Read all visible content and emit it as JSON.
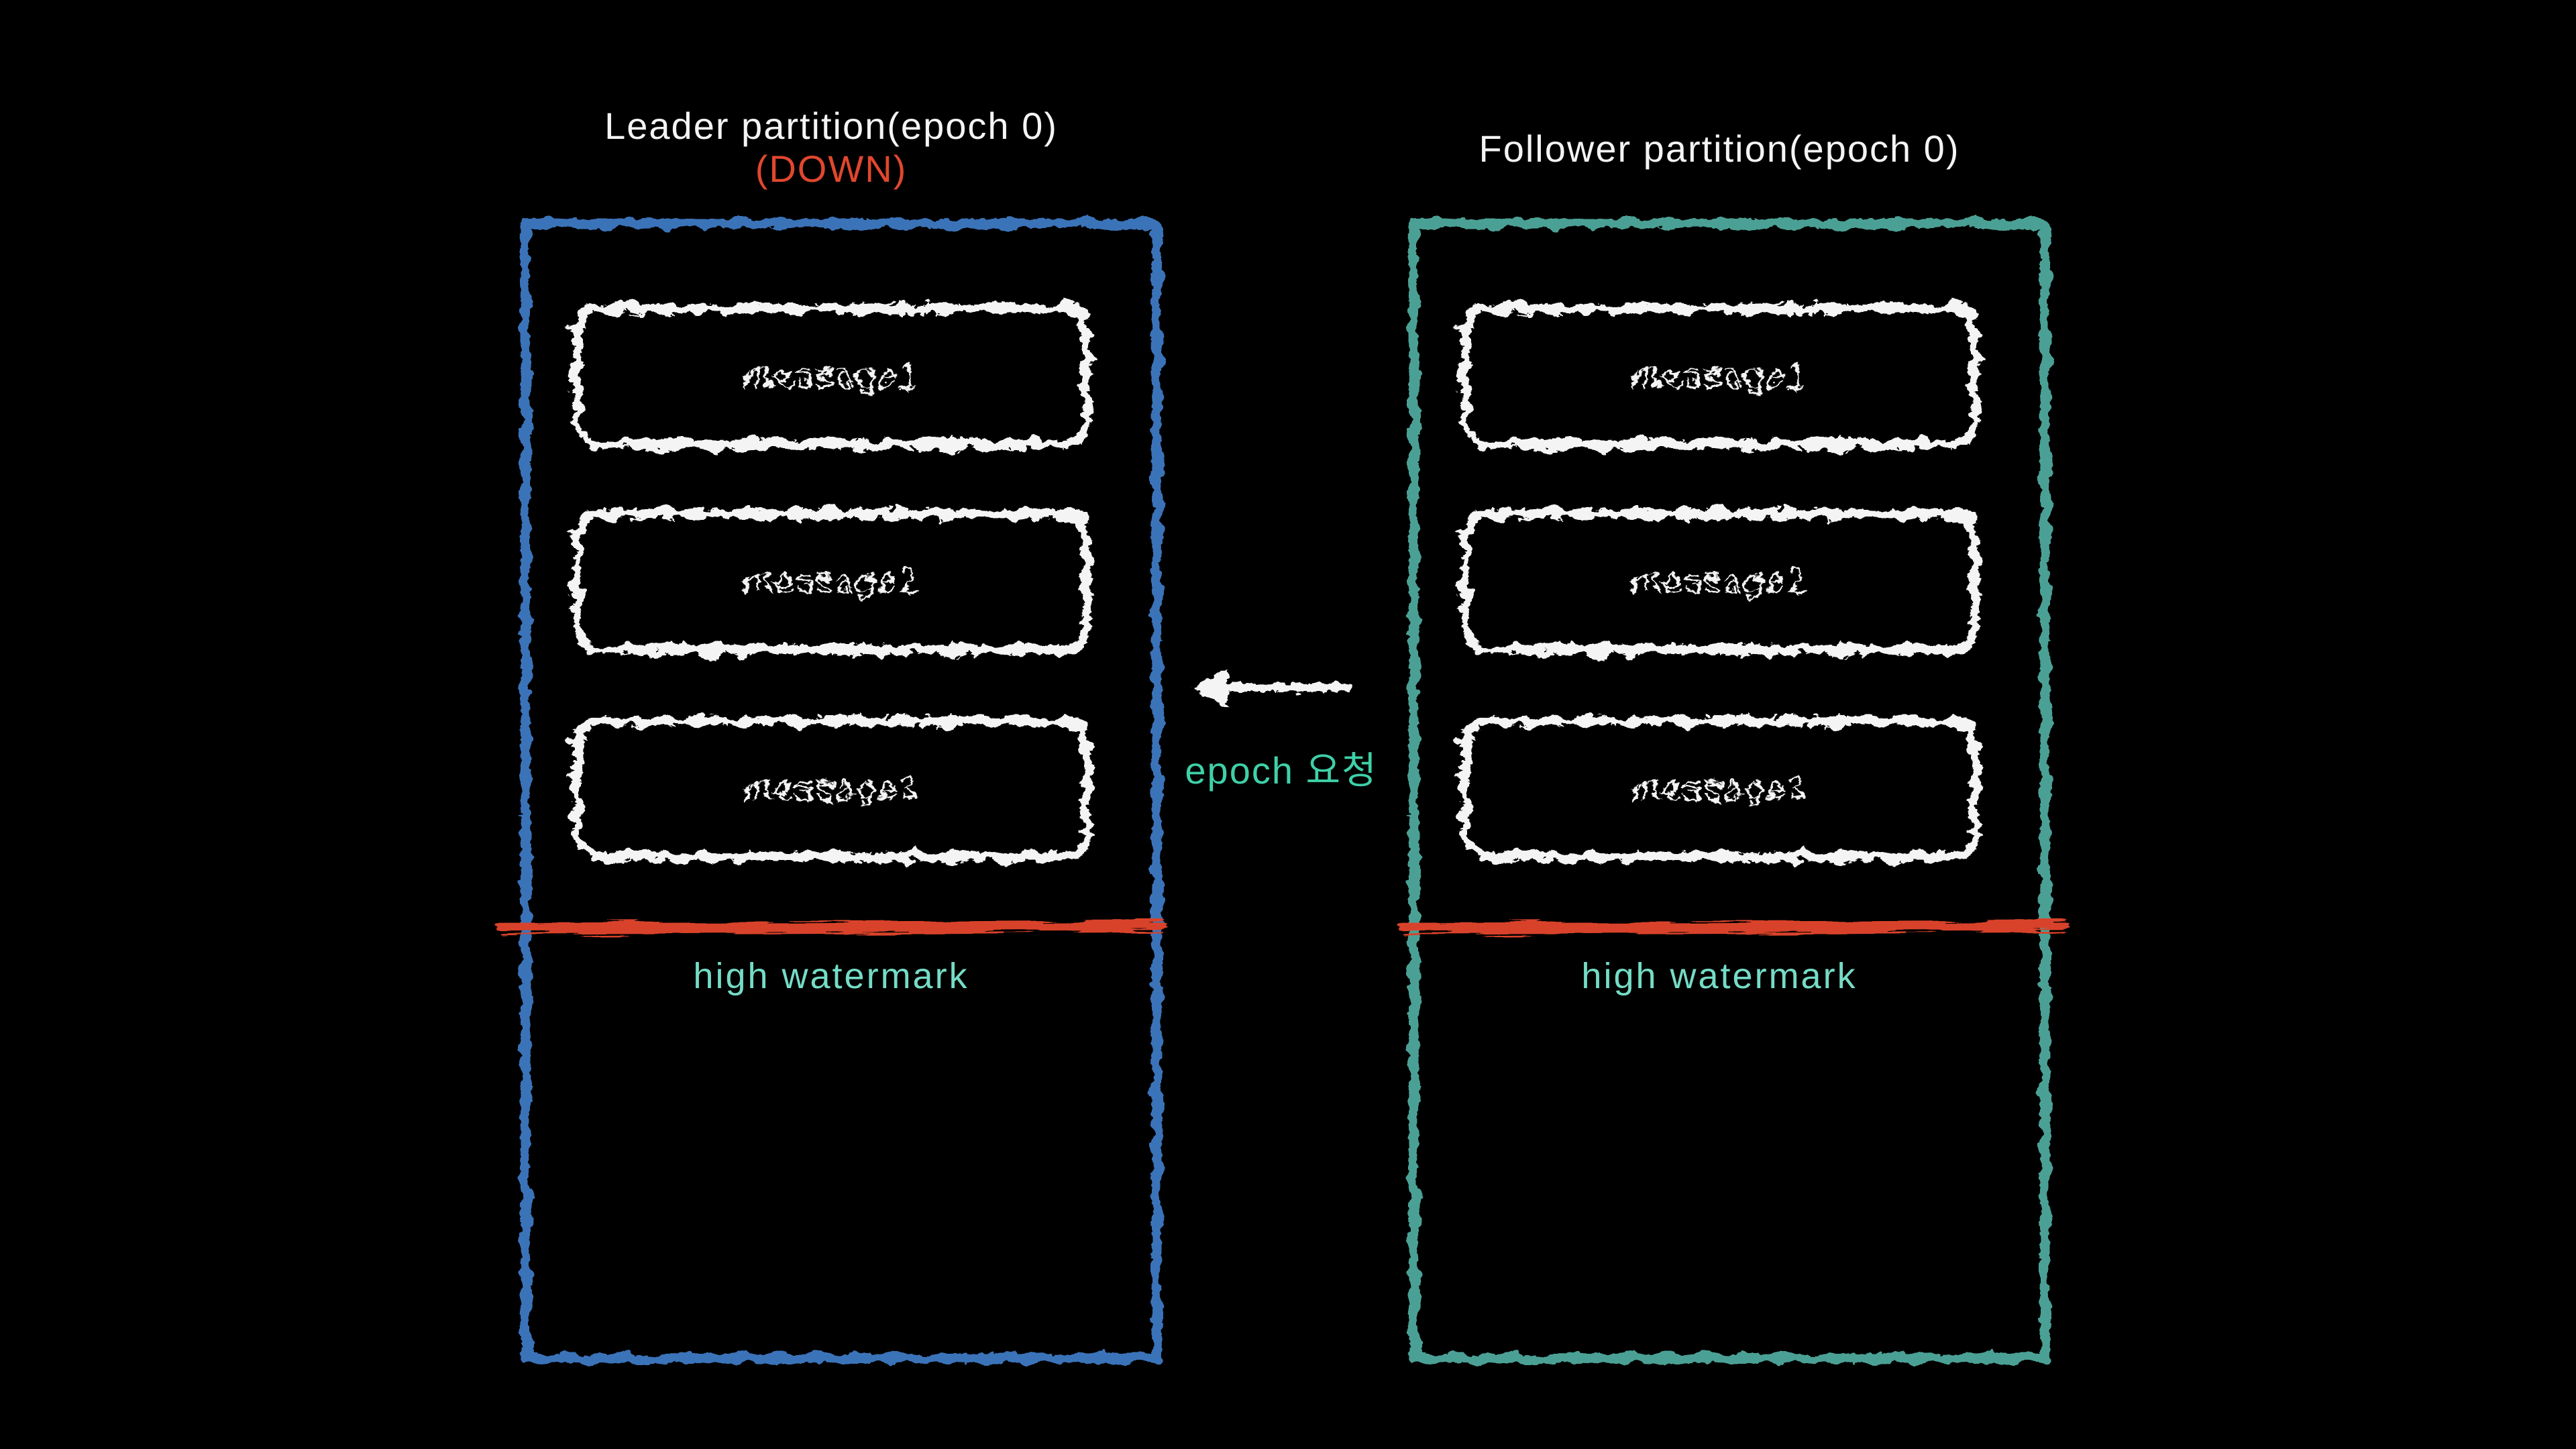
{
  "colors": {
    "background": "#000000",
    "white": "#f4f4f4",
    "leader-border": "#3b73b9",
    "follower-border": "#4ba095",
    "status-red": "#e0472e",
    "line-red": "#d9432b",
    "watermark-text": "#75dcc6",
    "epoch-text": "#3fd0a8"
  },
  "leader": {
    "title": "Leader partition(epoch 0)",
    "status": "(DOWN)",
    "messages": [
      "message1",
      "message2",
      "message3"
    ],
    "watermark_label": "high watermark"
  },
  "follower": {
    "title": "Follower partition(epoch 0)",
    "messages": [
      "message1",
      "message2",
      "message3"
    ],
    "watermark_label": "high watermark"
  },
  "arrow": {
    "label": "epoch 요청",
    "direction": "left",
    "from": "follower",
    "to": "leader"
  }
}
